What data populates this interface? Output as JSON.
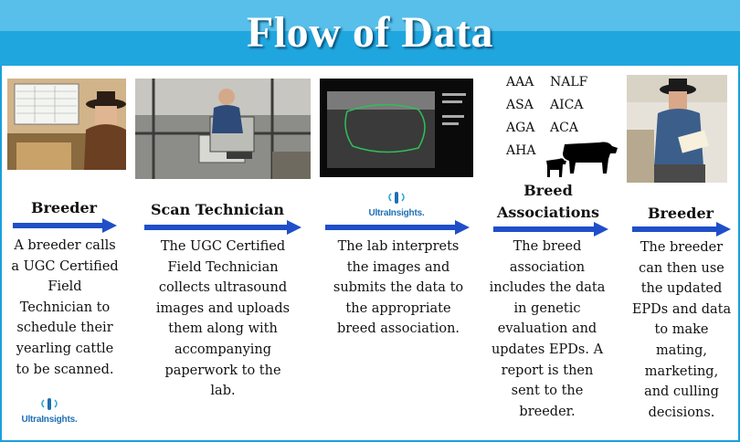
{
  "title": "Flow of Data",
  "logo_text": "UltraInsights.",
  "steps": [
    {
      "title": "Breeder",
      "description": "A breeder calls a UGC Certified Field Technician to schedule their yearling cattle to be scanned."
    },
    {
      "title": "Scan Technician",
      "description": "The UGC Certified Field Technician collects ultrasound images and uploads them along with accompanying paperwork to the lab."
    },
    {
      "title": "",
      "description": "The lab interprets the images and submits the data to the appropriate breed association."
    },
    {
      "title": "Breed Associations",
      "description": "The breed association includes the data in genetic evaluation and updates EPDs. A report is then sent to the breeder."
    },
    {
      "title": "Breeder",
      "description": "The breeder can then use the updated EPDs and data to make mating, marketing, and culling decisions."
    }
  ],
  "associations": [
    "AAA",
    "NALF",
    "ASA",
    "AICA",
    "AGA",
    "ACA",
    "AHA"
  ],
  "colors": {
    "header": "#20a6df",
    "arrow": "#1f4fc8",
    "border": "#1aa0dc"
  }
}
